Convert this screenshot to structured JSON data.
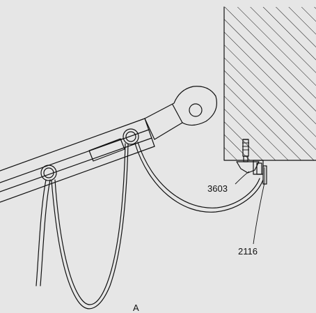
{
  "diagram": {
    "labels": {
      "part_3603": "3603",
      "part_2116": "2116",
      "view_letter": "A"
    },
    "colors": {
      "background": "#e6e6e6",
      "ink": "#111111",
      "hatch_fill": "#e6e6e6"
    }
  }
}
